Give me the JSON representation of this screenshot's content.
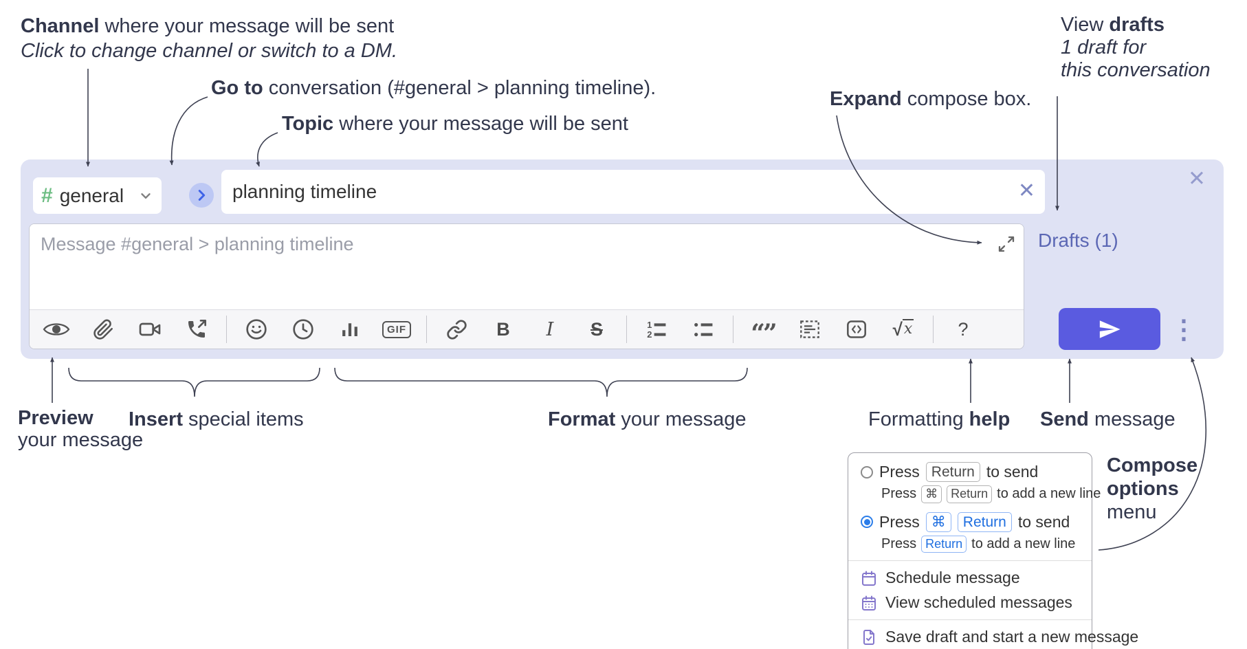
{
  "annotations": {
    "channel": {
      "bold": "Channel",
      "rest": " where your message will be sent",
      "line2": "Click to change channel or switch to a DM."
    },
    "goto": {
      "bold": "Go to",
      "rest": " conversation (#general > planning timeline)."
    },
    "topic": {
      "bold": "Topic",
      "rest": " where your message will be sent"
    },
    "expand": {
      "bold": "Expand",
      "rest": " compose box."
    },
    "drafts": {
      "pre": "View ",
      "bold": "drafts",
      "line2": "1 draft for",
      "line3": "this conversation"
    },
    "preview": {
      "bold": "Preview",
      "line2": "your message"
    },
    "insert": {
      "bold": "Insert",
      "rest": " special items"
    },
    "format": {
      "bold": "Format",
      "rest": " your message"
    },
    "formatting_help": {
      "pre": "Formatting ",
      "bold": "help"
    },
    "send": {
      "bold": "Send",
      "rest": " message"
    },
    "compose_options": {
      "bold1": "Compose",
      "bold2": "options",
      "rest": "menu"
    }
  },
  "compose": {
    "channel_hash": "#",
    "channel_name": "general",
    "topic_value": "planning timeline",
    "topic_clear_glyph": "✕",
    "close_glyph": "✕",
    "message_placeholder": "Message #general > planning timeline",
    "drafts_label": "Drafts (1)",
    "overflow_glyph": "⋮"
  },
  "toolbar": {
    "gif": "GIF",
    "bold": "B",
    "italic": "I",
    "strike": "S",
    "olist_1": "1",
    "olist_2": "2",
    "quote": "“”",
    "sqrt": "√",
    "math_x": "x",
    "help": "?"
  },
  "popup": {
    "option1": {
      "press": "Press",
      "key1": "Return",
      "after": "to send",
      "sub_press": "Press",
      "sub_key1": "⌘",
      "sub_key2": "Return",
      "sub_after": "to add a new line"
    },
    "option2": {
      "press": "Press",
      "key1": "⌘",
      "key2": "Return",
      "after": "to send",
      "sub_press": "Press",
      "sub_key1": "Return",
      "sub_after": "to add a new line"
    },
    "items": [
      {
        "label": "Schedule message"
      },
      {
        "label": "View scheduled messages"
      },
      {
        "label": "Save draft and start a new message"
      }
    ]
  },
  "colors": {
    "compose_bg": "#dfe2f4",
    "send_button": "#5a5be0",
    "drafts_link": "#5b67b4",
    "channel_hash_green": "#6dbd83",
    "goto_circle_bg": "#bdc8f4",
    "goto_arrow_blue": "#3e63e8",
    "purple_icon": "#8477cc",
    "radio_selected_blue": "#2b7de9",
    "blue_key_text": "#1f6fe0"
  }
}
